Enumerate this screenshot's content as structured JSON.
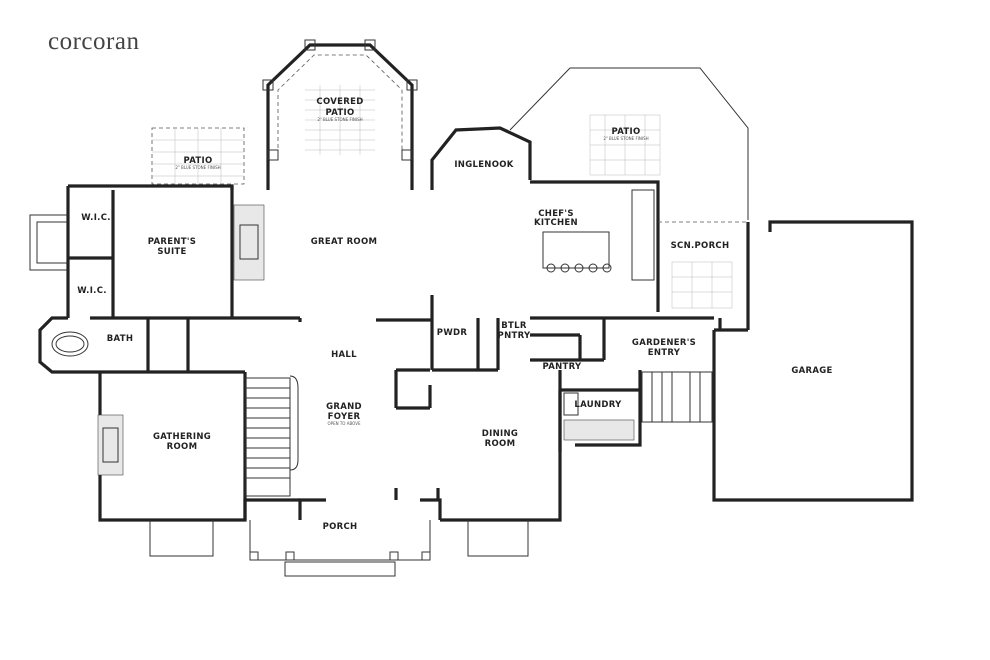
{
  "brand": {
    "logo_text": "corcoran"
  },
  "rooms": {
    "covered_patio": {
      "label": "COVERED\nPATIO",
      "l1": "COVERED",
      "l2": "PATIO",
      "note": "2\" BLUE STONE FINISH"
    },
    "patio_left": {
      "label": "PATIO",
      "note": "2\" BLUE STONE FINISH"
    },
    "patio_right": {
      "label": "PATIO",
      "note": "2\" BLUE STONE FINISH"
    },
    "inglenook": {
      "label": "INGLENOOK"
    },
    "chefs_kitchen": {
      "l1": "CHEF'S",
      "l2": "KITCHEN"
    },
    "wic_top": {
      "label": "W.I.C."
    },
    "wic_small": {
      "label": "W.I.C."
    },
    "parents_suite": {
      "l1": "PARENT'S",
      "l2": "SUITE"
    },
    "great_room": {
      "label": "GREAT ROOM"
    },
    "scn_porch": {
      "label": "SCN.PORCH"
    },
    "garage": {
      "label": "GARAGE"
    },
    "bath": {
      "label": "BATH"
    },
    "hall": {
      "label": "HALL"
    },
    "pwdr": {
      "label": "PWDR"
    },
    "btlr_pntry": {
      "l1": "BTLR",
      "l2": "PNTRY"
    },
    "gardeners_entry": {
      "l1": "GARDENER'S",
      "l2": "ENTRY"
    },
    "pantry": {
      "label": "PANTRY"
    },
    "laundry": {
      "label": "LAUNDRY"
    },
    "grand_foyer": {
      "l1": "GRAND",
      "l2": "FOYER",
      "note": "OPEN TO ABOVE"
    },
    "gathering_room": {
      "l1": "GATHERING",
      "l2": "ROOM"
    },
    "dining_room": {
      "l1": "DINING",
      "l2": "ROOM"
    },
    "porch": {
      "label": "PORCH"
    }
  }
}
